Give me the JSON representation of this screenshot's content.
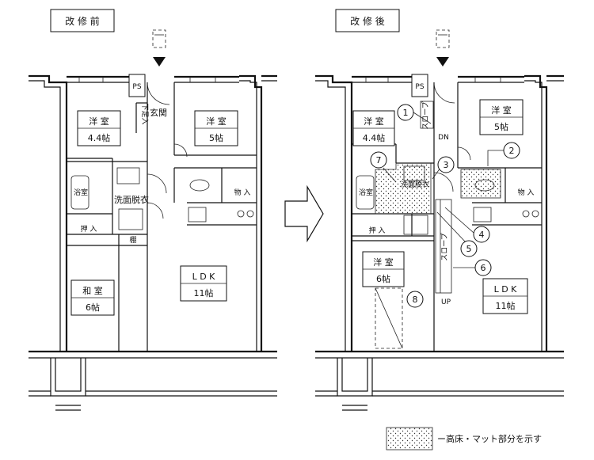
{
  "before": {
    "title": "改 修 前",
    "rooms": {
      "western_a_name": "洋 室",
      "western_a_size": "4.4帖",
      "western_b_name": "洋 室",
      "western_b_size": "5帖",
      "entrance": "玄関",
      "shoe": "下足入",
      "ps": "PS",
      "bath": "浴室",
      "washroom": "洗面脱衣",
      "storage": "物 入",
      "closet": "押 入",
      "shelf": "棚",
      "japanese_name": "和 室",
      "japanese_size": "6帖",
      "ldk_name": "L D K",
      "ldk_size": "11帖"
    }
  },
  "after": {
    "title": "改 修 後",
    "rooms": {
      "western_a_name": "洋 室",
      "western_a_size": "4.4帖",
      "western_b_name": "洋 室",
      "western_b_size": "5帖",
      "ps": "PS",
      "bath": "浴室",
      "washroom": "洗面脱衣",
      "storage": "物 入",
      "closet": "押 入",
      "western_c_name": "洋 室",
      "western_c_size": "6帖",
      "ldk_name": "L D K",
      "ldk_size": "11帖",
      "slope_top": "スロープ",
      "slope_mid": "スロープ",
      "dn": "DN",
      "up": "UP"
    },
    "callouts": [
      "1",
      "2",
      "3",
      "4",
      "5",
      "6",
      "7",
      "8"
    ]
  },
  "legend": {
    "text": "ー高床・マット部分を示す"
  }
}
